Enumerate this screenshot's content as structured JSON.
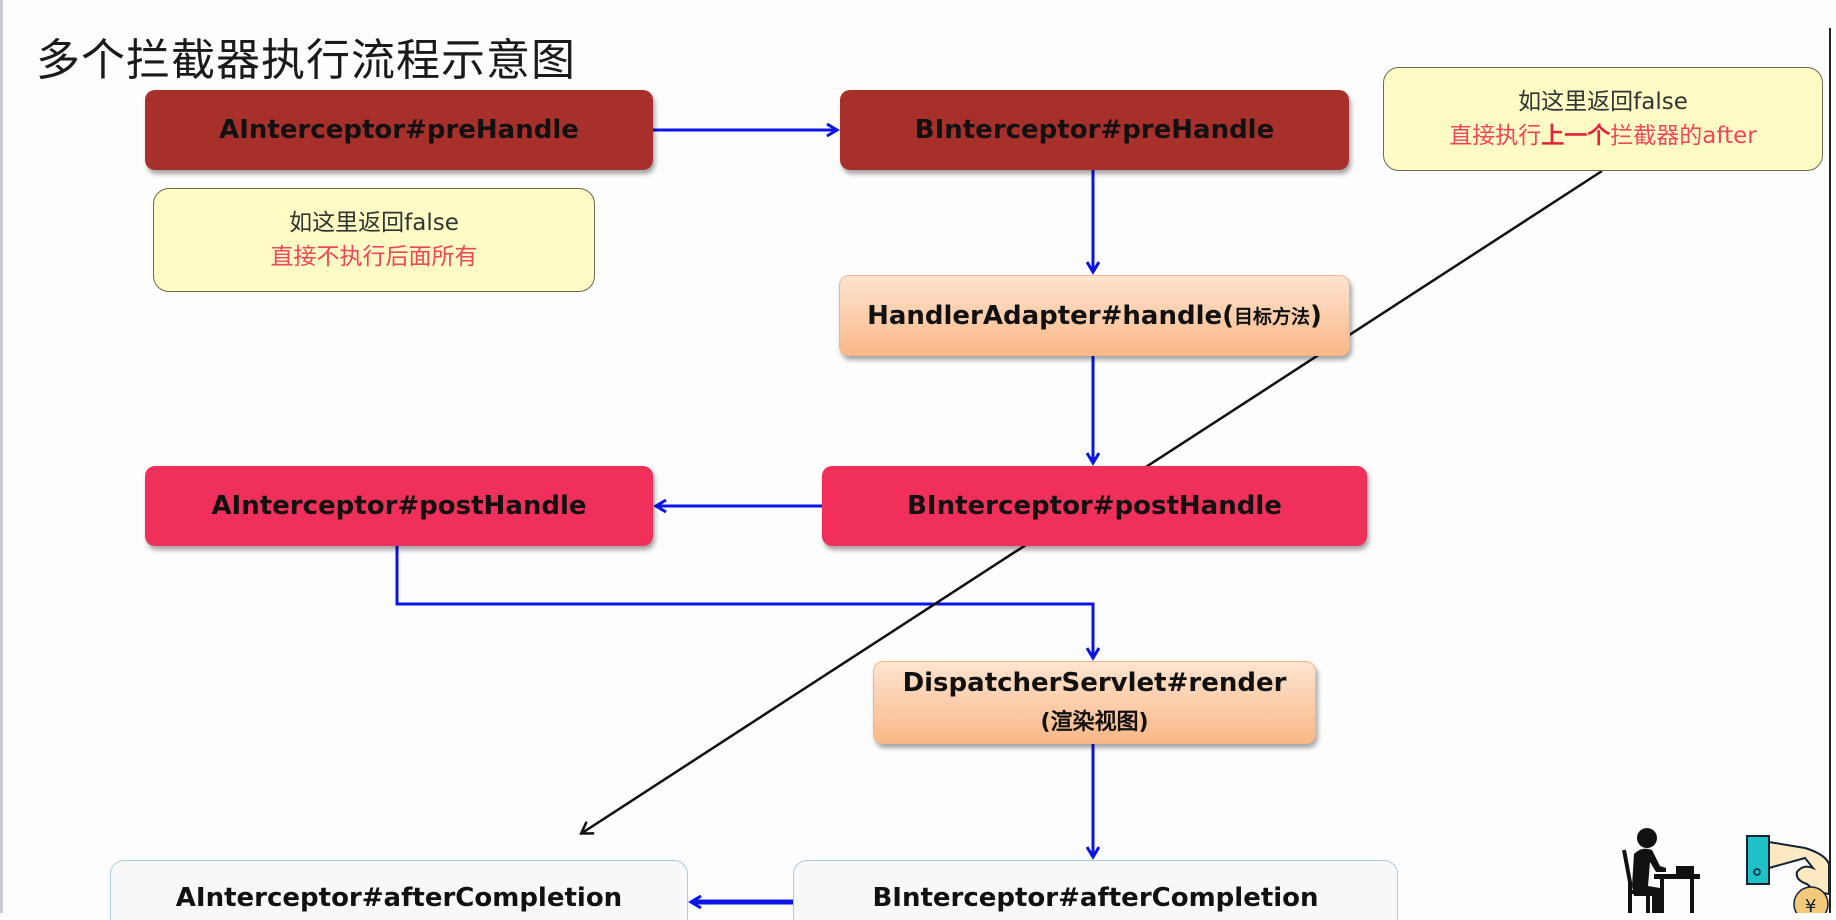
{
  "title": "多个拦截器执行流程示意图",
  "nodes": {
    "a_pre": "AInterceptor#preHandle",
    "b_pre": "BInterceptor#preHandle",
    "handler": {
      "main": "HandlerAdapter#handle(",
      "sub": "目标方法",
      "close": ")"
    },
    "a_post": "AInterceptor#postHandle",
    "b_post": "BInterceptor#postHandle",
    "render": {
      "main": "DispatcherServlet#render",
      "sub": "(渲染视图)"
    },
    "a_after": "AInterceptor#afterCompletion",
    "b_after": "BInterceptor#afterCompletion"
  },
  "notes": {
    "a_pre_false": {
      "line1": "如这里返回false",
      "line2": "直接不执行后面所有"
    },
    "b_pre_false": {
      "line1": "如这里返回false",
      "line2_pre": "直接执行",
      "line2_bold": "上一个",
      "line2_post": "拦截器的after"
    }
  },
  "colors": {
    "preHandle": "#a8302b",
    "postHandle": "#f0305a",
    "orange_box": "#f9b887",
    "note_bg": "#fefcc4",
    "note_red": "#f0465a",
    "flow_arrow": "#0a14e6"
  },
  "icons": [
    "person-at-desk-icon",
    "hand-coin-icon"
  ]
}
